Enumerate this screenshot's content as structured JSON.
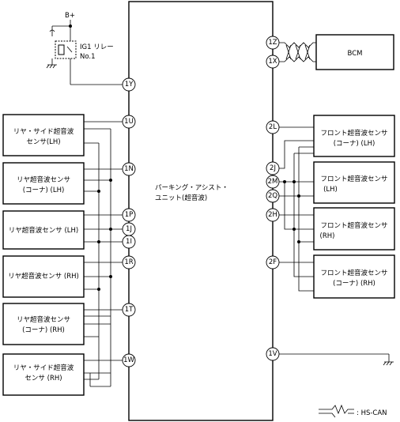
{
  "power": {
    "b_plus": "B+"
  },
  "relay": {
    "line1": "IG1 リレー",
    "line2": "No.1"
  },
  "ecu": {
    "line1": "パーキング・アシスト・",
    "line2": "ユニット(超音波)"
  },
  "bcm": {
    "label": "BCM"
  },
  "legend": {
    "label": ": HS-CAN"
  },
  "rear_sensors": [
    {
      "line1": "リヤ・サイド超音波",
      "line2": "センサ(LH)"
    },
    {
      "line1": "リヤ超音波センサ",
      "line2": "(コーナ) (LH)"
    },
    {
      "line1": "リヤ超音波センサ (LH)",
      "line2": ""
    },
    {
      "line1": "リヤ超音波センサ (RH)",
      "line2": ""
    },
    {
      "line1": "リヤ超音波センサ",
      "line2": "(コーナ) (RH)"
    },
    {
      "line1": "リヤ・サイド超音波",
      "line2": "センサ (RH)"
    }
  ],
  "front_sensors": [
    {
      "line1": "フロント超音波センサ",
      "line2": "(コーナ) (LH)"
    },
    {
      "line1": "フロント超音波センサ",
      "line2": "(LH)"
    },
    {
      "line1": "フロント超音波センサ",
      "line2": "(RH)"
    },
    {
      "line1": "フロント超音波センサ",
      "line2": "(コーナ) (RH)"
    }
  ],
  "pins": {
    "p1Y": "1Y",
    "p1U": "1U",
    "p1N": "1N",
    "p1P": "1P",
    "p1J": "1J",
    "p1I": "1I",
    "p1R": "1R",
    "p1T": "1T",
    "p1W": "1W",
    "p1Z": "1Z",
    "p1X": "1X",
    "p2L": "2L",
    "p2J": "2J",
    "p2M": "2M",
    "p2Q": "2Q",
    "p2H": "2H",
    "p2F": "2F",
    "p1V": "1V"
  }
}
